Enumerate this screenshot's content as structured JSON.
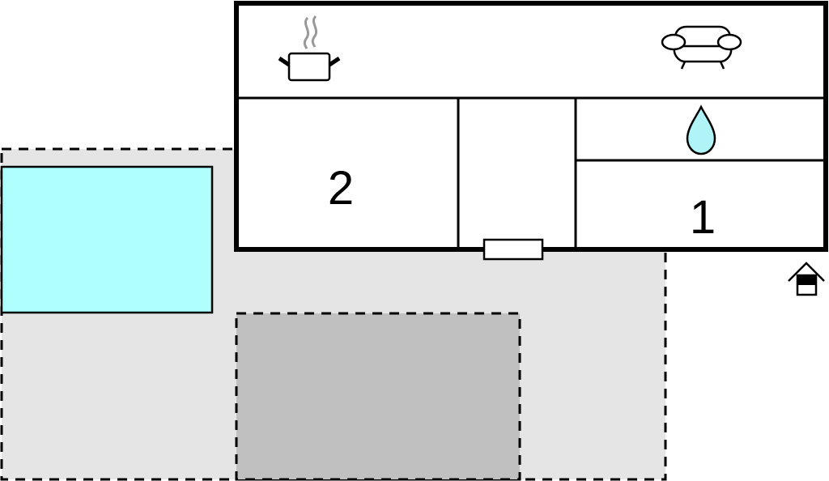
{
  "floorplan": {
    "colors": {
      "terrace": "#e5e5e5",
      "pool": "#b0ffff",
      "parking": "#c0c0c0",
      "wall": "#000000",
      "water_drop": "#b0f4f8",
      "steam": "#999999"
    },
    "rooms": [
      {
        "id": "kitchen-living",
        "label": ""
      },
      {
        "id": "bedroom-2",
        "label": "2"
      },
      {
        "id": "hallway",
        "label": ""
      },
      {
        "id": "bathroom",
        "label": ""
      },
      {
        "id": "bedroom-1",
        "label": "1"
      }
    ],
    "icons": {
      "kitchen": "cooking-pot-icon",
      "living": "sofa-icon",
      "bathroom": "water-drop-icon",
      "entrance": "house-entrance-icon"
    }
  }
}
